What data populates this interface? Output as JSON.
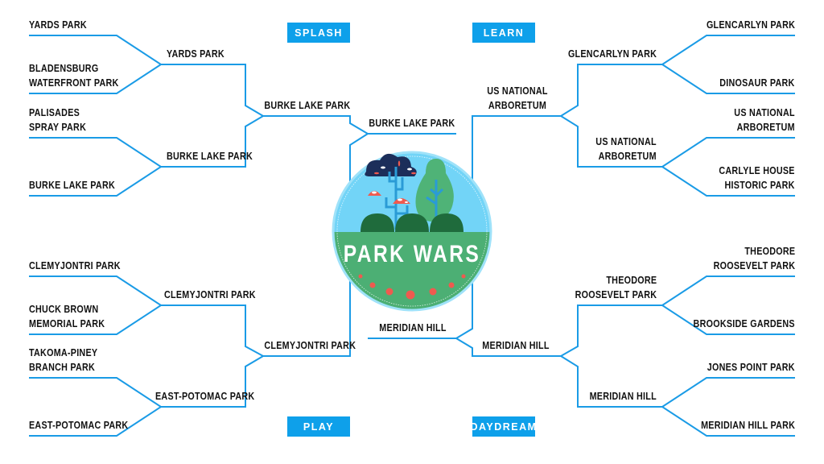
{
  "title": "PARK WARS",
  "categories": {
    "splash": "SPLASH",
    "learn": "LEARN",
    "play": "PLAY",
    "daydream": "DAYDREAM"
  },
  "colors": {
    "line": "#1a9be6",
    "category_box": "#0ea0ea",
    "sky": "#72d4f7",
    "ground": "#4caf74",
    "stars": "#ef5a4f"
  },
  "left": {
    "round1": [
      [
        "YARDS PARK"
      ],
      [
        "BLADENSBURG",
        "WATERFRONT PARK"
      ],
      [
        "PALISADES",
        "SPRAY PARK"
      ],
      [
        "BURKE LAKE PARK"
      ],
      [
        "CLEMYJONTRI PARK"
      ],
      [
        "CHUCK BROWN",
        "MEMORIAL PARK"
      ],
      [
        "TAKOMA-PINEY",
        "BRANCH PARK"
      ],
      [
        "EAST-POTOMAC PARK"
      ]
    ],
    "round2": [
      "YARDS PARK",
      "BURKE LAKE PARK",
      "CLEMYJONTRI PARK",
      "EAST-POTOMAC PARK"
    ],
    "semifinal": [
      "BURKE LAKE PARK",
      "CLEMYJONTRI PARK"
    ],
    "final": "BURKE LAKE PARK"
  },
  "right": {
    "round1": [
      [
        "GLENCARLYN PARK"
      ],
      [
        "DINOSAUR PARK"
      ],
      [
        "US NATIONAL",
        "ARBORETUM"
      ],
      [
        "CARLYLE HOUSE",
        "HISTORIC PARK"
      ],
      [
        "THEODORE",
        "ROOSEVELT PARK"
      ],
      [
        "BROOKSIDE GARDENS"
      ],
      [
        "JONES POINT PARK"
      ],
      [
        "MERIDIAN HILL PARK"
      ]
    ],
    "round2": [
      [
        "GLENCARLYN PARK"
      ],
      [
        "US NATIONAL",
        "ARBORETUM"
      ],
      [
        "THEODORE",
        "ROOSEVELT PARK"
      ],
      [
        "MERIDIAN HILL"
      ]
    ],
    "semifinal": [
      [
        "US NATIONAL",
        "ARBORETUM"
      ],
      [
        "MERIDIAN HILL"
      ]
    ],
    "final": "MERIDIAN HILL"
  }
}
